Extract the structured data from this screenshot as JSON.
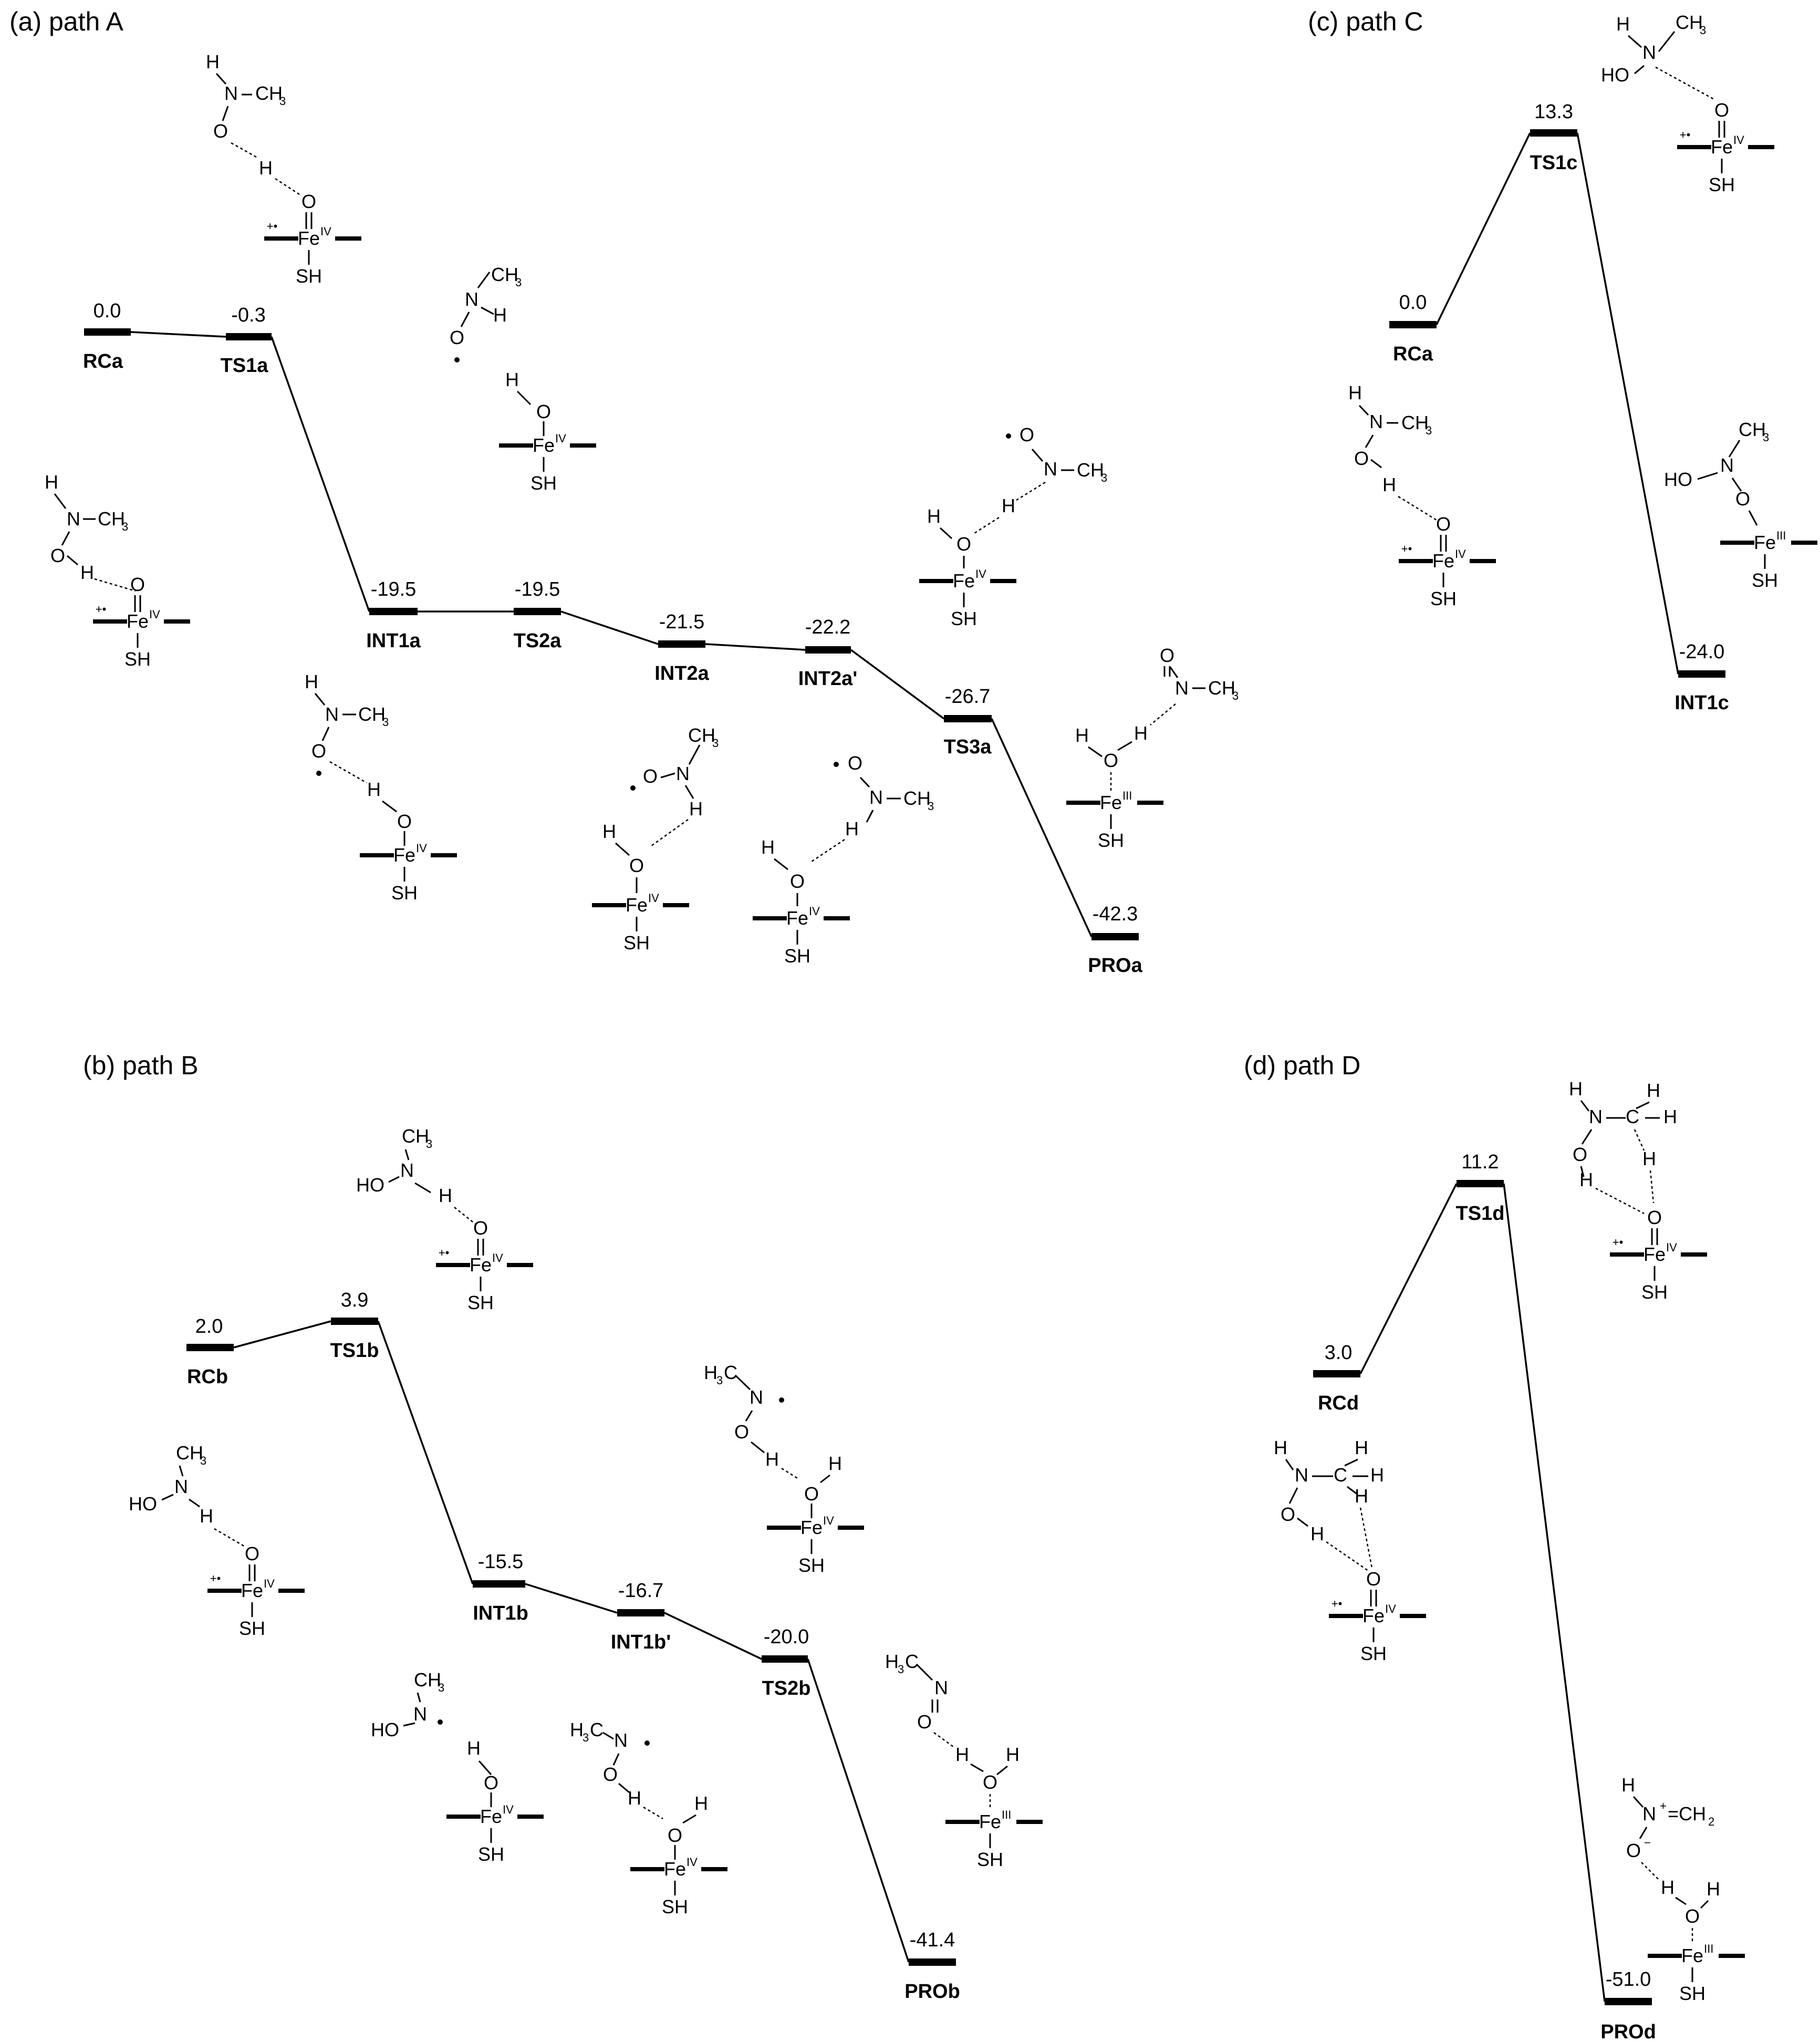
{
  "panels": [
    {
      "title": "(a) path A",
      "states": [
        {
          "label": "RCa",
          "energy": "0.0"
        },
        {
          "label": "TS1a",
          "energy": "-0.3"
        },
        {
          "label": "INT1a",
          "energy": "-19.5"
        },
        {
          "label": "TS2a",
          "energy": "-19.5"
        },
        {
          "label": "INT2a",
          "energy": "-21.5"
        },
        {
          "label": "INT2a'",
          "energy": "-22.2"
        },
        {
          "label": "TS3a",
          "energy": "-26.7"
        },
        {
          "label": "PROa",
          "energy": "-42.3"
        }
      ]
    },
    {
      "title": "(b) path B",
      "states": [
        {
          "label": "RCb",
          "energy": "2.0"
        },
        {
          "label": "TS1b",
          "energy": "3.9"
        },
        {
          "label": "INT1b",
          "energy": "-15.5"
        },
        {
          "label": "INT1b'",
          "energy": "-16.7"
        },
        {
          "label": "TS2b",
          "energy": "-20.0"
        },
        {
          "label": "PROb",
          "energy": "-41.4"
        }
      ]
    },
    {
      "title": "(c) path C",
      "states": [
        {
          "label": "RCa",
          "energy": "0.0"
        },
        {
          "label": "TS1c",
          "energy": "13.3"
        },
        {
          "label": "INT1c",
          "energy": "-24.0"
        }
      ]
    },
    {
      "title": "(d) path D",
      "states": [
        {
          "label": "RCd",
          "energy": "3.0"
        },
        {
          "label": "TS1d",
          "energy": "11.2"
        },
        {
          "label": "PROd",
          "energy": "-51.0"
        }
      ]
    }
  ],
  "chem": {
    "H": "H",
    "N": "N",
    "O": "O",
    "HO": "HO",
    "Fe": "Fe",
    "SH": "SH",
    "CH3": "CH",
    "sub3": "3",
    "H3C": "H",
    "C": "C",
    "CH2": "=CH",
    "sub2": "2",
    "IV": "IV",
    "III": "III",
    "radcat": "+•",
    "Nplus": "+",
    "Ominus": "−",
    "dash": "–",
    "dot": "•"
  }
}
